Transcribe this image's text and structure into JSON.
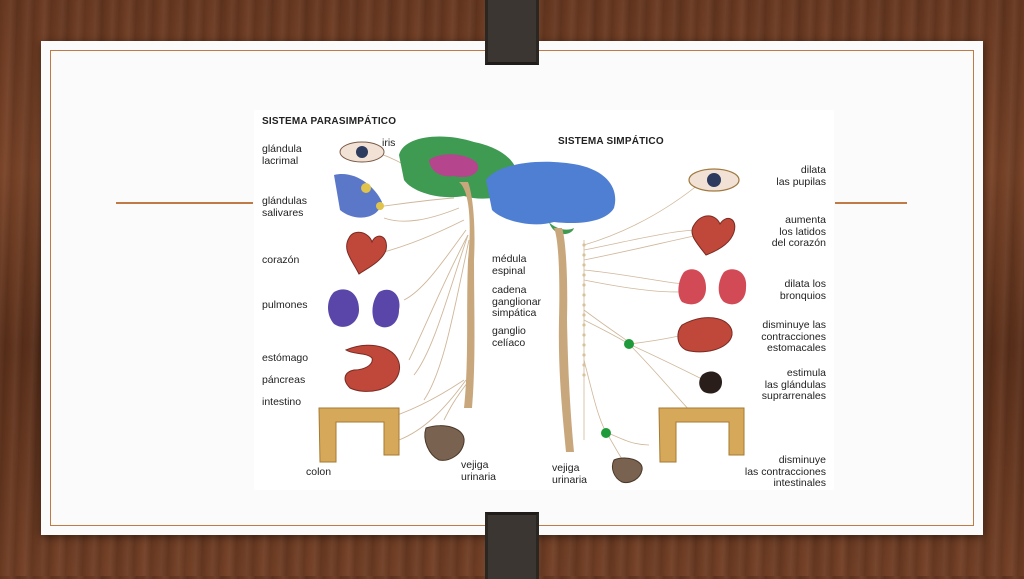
{
  "parasympathetic": {
    "title": "SISTEMA PARASIMPÁTICO",
    "labels": {
      "iris": "iris",
      "lacrimal": "glándula\nlacrimal",
      "salivares": "glándulas\nsalivares",
      "corazon": "corazón",
      "pulmones": "pulmones",
      "estomago": "estómago",
      "pancreas": "páncreas",
      "intestino": "intestino",
      "colon": "colon",
      "vejiga": "vejiga\nurinaria"
    }
  },
  "center": {
    "medula": "médula\nespinal",
    "cadena": "cadena\nganglionar\nsimpática",
    "ganglio": "ganglio\ncelíaco",
    "vejiga": "vejiga\nurinaria"
  },
  "sympathetic": {
    "title": "SISTEMA SIMPÁTICO",
    "labels": {
      "pupilas": "dilata\nlas pupilas",
      "latidos": "aumenta\nlos latidos\ndel corazón",
      "bronquios": "dilata los\nbronquios",
      "estomacales": "disminuye las\ncontracciones\nestomacales",
      "suprarrenales": "estimula\nlas glándulas\nsuprarrenales",
      "intestinales": "disminuye\nlas contracciones\nintestinales"
    }
  },
  "colors": {
    "frame": "#c07a45",
    "brain_green": "#3f9a52",
    "brain_blue": "#4f7fd2",
    "nerve": "#c9a77c",
    "ganglion": "#1f9a3a",
    "organ_red": "#c0483a",
    "lung_purple": "#5a46a8",
    "intestine": "#d6a85a"
  }
}
